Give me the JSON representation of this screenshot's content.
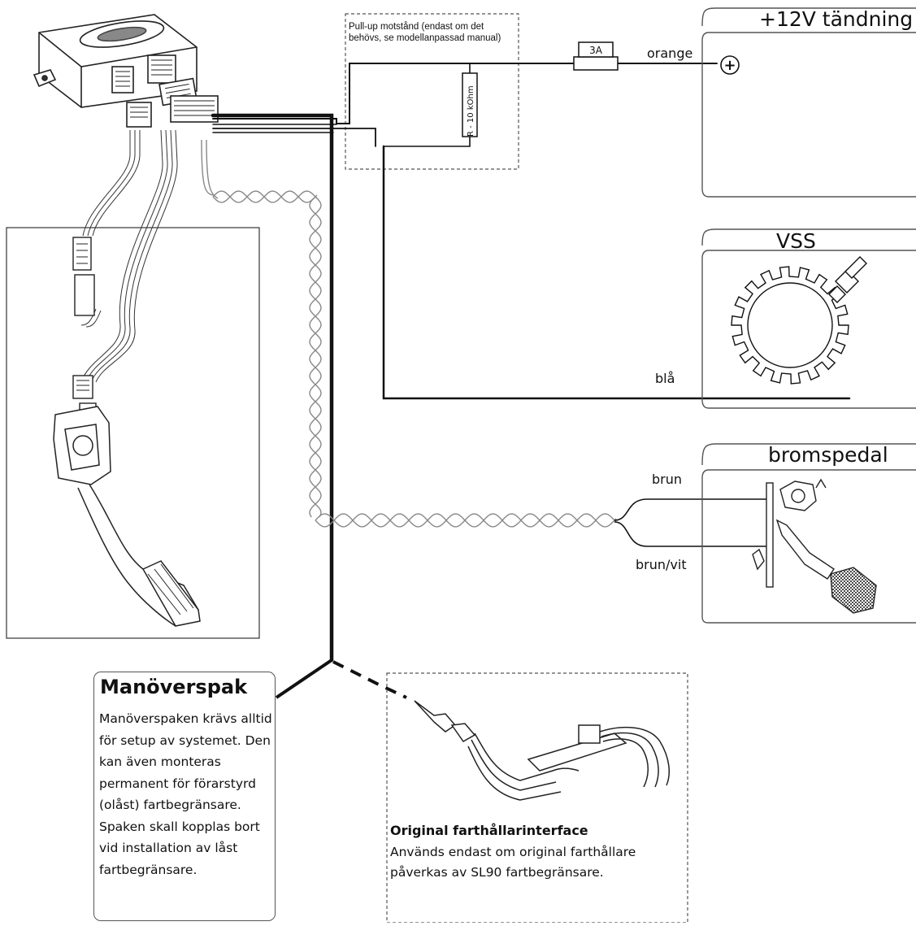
{
  "pullup_note": "Pull-up motstånd (endast om det behövs, se modellanpassad manual)",
  "resistor_label": "R - 10 kOhm",
  "fuse_label": "3A",
  "panels": {
    "ignition": {
      "title": "+12V tändning",
      "terminal_symbol": "+"
    },
    "vss": {
      "title": "VSS"
    },
    "brake": {
      "title": "bromspedal"
    }
  },
  "wires": {
    "orange": "orange",
    "blue": "blå",
    "brown": "brun",
    "brown_white": "brun/vit"
  },
  "callout": {
    "title": "Manöverspak",
    "body": "Manöverspaken krävs alltid för setup av systemet. Den kan även monteras permanent för förarstyrd (olåst) fartbegränsare. Spaken skall kopplas bort vid installation av låst fartbegränsare."
  },
  "interface": {
    "title": "Original farthållarinterface",
    "body": "Används endast om original farthållare påverkas av SL90 fartbegränsare."
  },
  "icons": [
    "control-unit-icon",
    "fuse-icon",
    "resistor-icon",
    "reluctor-ring-icon",
    "sensor-plug-icon",
    "accelerator-pedal-icon",
    "brake-pedal-icon",
    "cruise-interface-cable-icon"
  ]
}
